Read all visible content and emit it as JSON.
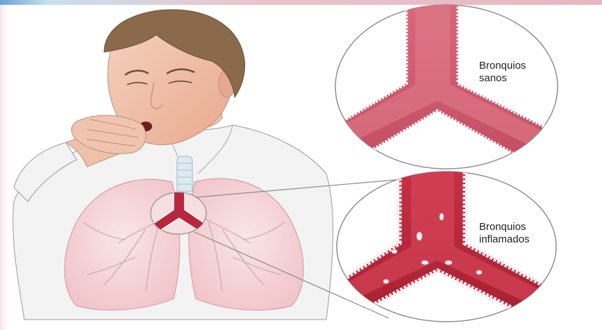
{
  "labels": {
    "healthy_line1": "Bronquios",
    "healthy_line2": "sanos",
    "inflamed_line1": "Bronquios",
    "inflamed_line2": "inflamados"
  },
  "colors": {
    "bronchus": "#c94f63",
    "bronchus_inflamed": "#b8283c",
    "lung": "#f6d3d6",
    "skin": "#f0c2ab",
    "hair": "#8a6a4a",
    "shirt": "#f2f2f2",
    "outline": "#7a7a7a"
  },
  "icons": {
    "person": "coughing-man-icon",
    "lungs": "lungs-icon",
    "magnifier": "bronchus-zoom-icon"
  }
}
